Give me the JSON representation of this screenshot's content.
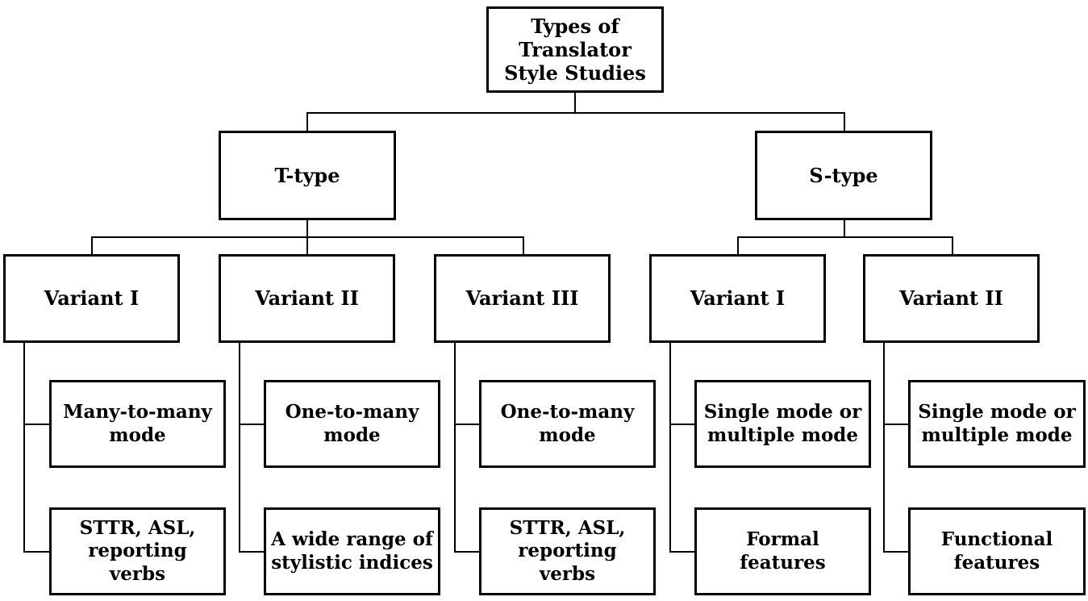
{
  "colors": {
    "background": "#ffffff",
    "box_border": "#000000",
    "box_fill": "#ffffff",
    "text": "#000000",
    "connector": "#000000"
  },
  "chart_data": {
    "type": "table",
    "title": "Types of Translator Style Studies",
    "note": "hierarchy tree: root > 2 branches > 5 variants > 10 leaves"
  },
  "tree": {
    "root": {
      "label": "Types of\nTranslator\nStyle Studies"
    },
    "branches": [
      {
        "label": "T-type",
        "variants": [
          {
            "label": "Variant I",
            "children": [
              "Many-to-many\nmode",
              "STTR, ASL,\nreporting\nverbs"
            ]
          },
          {
            "label": "Variant II",
            "children": [
              "One-to-many\nmode",
              "A wide range of\nstylistic indices"
            ]
          },
          {
            "label": "Variant III",
            "children": [
              "One-to-many\nmode",
              "STTR, ASL,\nreporting\nverbs"
            ]
          }
        ]
      },
      {
        "label": "S-type",
        "variants": [
          {
            "label": "Variant I",
            "children": [
              "Single mode or\nmultiple mode",
              "Formal\nfeatures"
            ]
          },
          {
            "label": "Variant II",
            "children": [
              "Single mode or\nmultiple mode",
              "Functional\nfeatures"
            ]
          }
        ]
      }
    ]
  }
}
